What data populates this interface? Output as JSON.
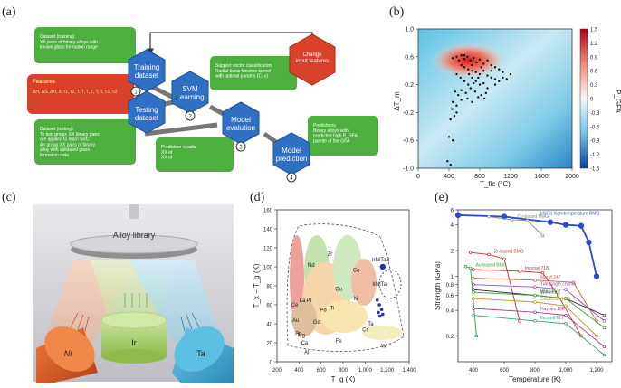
{
  "panel_labels": {
    "a": "(a)",
    "b": "(b)",
    "c": "(c)",
    "d": "(d)",
    "e": "(e)"
  },
  "panel_a": {
    "hex_training": "Training\ndataset",
    "hex_testing": "Testing\ndataset",
    "hex_svm": "SVM\nLearning",
    "hex_eval": "Model\nevalution",
    "hex_pred": "Model\nprediction",
    "hex_change": "Change\ninput features",
    "steps": [
      "1",
      "2",
      "3",
      "4"
    ],
    "features_title": "Features",
    "features_text": "ΔH, ΔS, ΔH, δ, r1, r2, T, T, T, T, T, T, c1, c2",
    "green_boxes": [
      "Dataset (training)\nXX pairs of binary alloys with\nknown glass formation range",
      "Dataset (testing)\nTo test group: XX binary pairs\nare applied to learn SVC\nAn group XX pairs of binary\nalloy with validated glass\nformation data",
      "Support vector classification\nRadial basis function kernel\nwith optimal params (C, γ)",
      "Prediction results\nXX of\nXX of",
      "Predictions\nBinary alloys with\npredicted high P_GFA\npalette of the GFA"
    ]
  },
  "chart_data": [
    {
      "type": "heatmap",
      "panel": "b",
      "xlabel": "T_fic (°C)",
      "ylabel": "ΔT_m",
      "colorbar_label": "P_GFA",
      "xlim": [
        0,
        2000
      ],
      "ylim": [
        -1.0,
        1.0
      ],
      "x_ticks": [
        "0",
        "400",
        "800",
        "1200",
        "1600",
        "2000"
      ],
      "y_ticks": [
        "1.0",
        "0.6",
        "0.2",
        "-0.2",
        "-0.6",
        "-1.0"
      ],
      "colorbar_ticks": [
        "1.5",
        "1.2",
        "0.9",
        "0.6",
        "0.3",
        "0",
        "-0.3",
        "-0.6",
        "-0.9",
        "-1.2",
        "-1.5"
      ],
      "colorbar_range": [
        -1.5,
        1.5
      ],
      "hot_spot": {
        "x": 650,
        "y": 0.55,
        "value": 1.5
      },
      "points": [
        [
          450,
          0.58
        ],
        [
          500,
          0.6
        ],
        [
          530,
          0.55
        ],
        [
          560,
          0.62
        ],
        [
          600,
          0.57
        ],
        [
          640,
          0.6
        ],
        [
          680,
          0.55
        ],
        [
          720,
          0.58
        ],
        [
          760,
          0.52
        ],
        [
          800,
          0.56
        ],
        [
          850,
          0.5
        ],
        [
          900,
          0.55
        ],
        [
          950,
          0.48
        ],
        [
          1000,
          0.45
        ],
        [
          1050,
          0.42
        ],
        [
          1100,
          0.38
        ],
        [
          600,
          0.45
        ],
        [
          650,
          0.42
        ],
        [
          700,
          0.4
        ],
        [
          750,
          0.38
        ],
        [
          800,
          0.35
        ],
        [
          850,
          0.4
        ],
        [
          900,
          0.33
        ],
        [
          950,
          0.3
        ],
        [
          1000,
          0.28
        ],
        [
          700,
          0.3
        ],
        [
          750,
          0.25
        ],
        [
          800,
          0.2
        ],
        [
          850,
          0.22
        ],
        [
          900,
          0.15
        ],
        [
          650,
          0.2
        ],
        [
          600,
          0.25
        ],
        [
          550,
          0.3
        ],
        [
          500,
          0.35
        ],
        [
          480,
          0.1
        ],
        [
          520,
          0.05
        ],
        [
          560,
          0.12
        ],
        [
          620,
          0.08
        ],
        [
          680,
          0.15
        ],
        [
          740,
          0.1
        ],
        [
          820,
          0.05
        ],
        [
          880,
          0.08
        ],
        [
          450,
          -0.05
        ],
        [
          500,
          -0.1
        ],
        [
          560,
          -0.02
        ],
        [
          640,
          0.0
        ],
        [
          700,
          -0.05
        ],
        [
          780,
          0.02
        ],
        [
          860,
          0.0
        ],
        [
          440,
          -0.15
        ],
        [
          500,
          -0.2
        ],
        [
          420,
          -0.3
        ],
        [
          470,
          -0.25
        ],
        [
          400,
          -0.55
        ],
        [
          450,
          -0.6
        ],
        [
          380,
          -0.9
        ],
        [
          420,
          -0.95
        ],
        [
          1000,
          0.2
        ],
        [
          1050,
          0.25
        ],
        [
          1100,
          0.3
        ],
        [
          1150,
          0.28
        ],
        [
          1200,
          0.35
        ],
        [
          950,
          0.4
        ],
        [
          600,
          0.62
        ],
        [
          560,
          0.48
        ],
        [
          700,
          0.48
        ],
        [
          820,
          0.45
        ],
        [
          660,
          0.35
        ],
        [
          720,
          0.22
        ],
        [
          780,
          0.3
        ]
      ]
    },
    {
      "type": "scatter",
      "panel": "d",
      "xlabel": "T_g (K)",
      "ylabel": "T_x − T_g (K)",
      "xlim": [
        200,
        1400
      ],
      "ylim": [
        0,
        160
      ],
      "x_ticks": [
        "200",
        "400",
        "600",
        "800",
        "1,000",
        "1,200",
        "1,400"
      ],
      "y_ticks": [
        "0",
        "20",
        "40",
        "60",
        "80",
        "100",
        "120",
        "140",
        "160"
      ],
      "series": [
        {
          "name": "IrNiTaB",
          "points": [
            [
              1160,
              100
            ]
          ]
        },
        {
          "name": "IrNiTa",
          "points": [
            [
              1110,
              65
            ],
            [
              1130,
              60
            ],
            [
              1150,
              55
            ],
            [
              1135,
              48
            ],
            [
              1120,
              52
            ],
            [
              1160,
              50
            ]
          ]
        }
      ],
      "element_labels": [
        {
          "text": "Nd",
          "x": 510,
          "y": 100
        },
        {
          "text": "Zr",
          "x": 680,
          "y": 112
        },
        {
          "text": "La",
          "x": 430,
          "y": 63
        },
        {
          "text": "Pt",
          "x": 490,
          "y": 63
        },
        {
          "text": "Pd",
          "x": 620,
          "y": 53
        },
        {
          "text": "Ti",
          "x": 700,
          "y": 55
        },
        {
          "text": "Cu",
          "x": 760,
          "y": 75
        },
        {
          "text": "Co",
          "x": 920,
          "y": 95
        },
        {
          "text": "Ni",
          "x": 920,
          "y": 65
        },
        {
          "text": "Ce",
          "x": 360,
          "y": 58
        },
        {
          "text": "Au",
          "x": 370,
          "y": 42
        },
        {
          "text": "Gd",
          "x": 560,
          "y": 40
        },
        {
          "text": "Pr",
          "x": 390,
          "y": 28
        },
        {
          "text": "Mg",
          "x": 420,
          "y": 26
        },
        {
          "text": "Ca",
          "x": 450,
          "y": 18
        },
        {
          "text": "Al",
          "x": 470,
          "y": 8
        },
        {
          "text": "Fe",
          "x": 760,
          "y": 20
        },
        {
          "text": "Cr",
          "x": 1000,
          "y": 32
        },
        {
          "text": "Ta",
          "x": 1050,
          "y": 38
        },
        {
          "text": "W",
          "x": 1170,
          "y": 15
        }
      ]
    },
    {
      "type": "line",
      "panel": "e",
      "xlabel": "Temperature (K)",
      "ylabel": "Strength (GPa)",
      "y_scale": "log",
      "xlim": [
        300,
        1300
      ],
      "ylim": [
        0.1,
        6
      ],
      "x_ticks": [
        "400",
        "600",
        "800",
        "1,000",
        "1,200"
      ],
      "y_ticks": [
        "6",
        "4",
        "2",
        "1",
        "0.8",
        "0.6",
        "0.4",
        "0.2"
      ],
      "series": [
        {
          "name": "IrNiTa high-temperature BMG",
          "color": "#2a4bd0",
          "points": [
            [
              300,
              5.2
            ],
            [
              600,
              5.0
            ],
            [
              900,
              4.3
            ],
            [
              1000,
              4.0
            ],
            [
              1100,
              3.9
            ],
            [
              1150,
              2.5
            ],
            [
              1200,
              1.0
            ]
          ]
        },
        {
          "name": "Co-based BMG",
          "color": "#8a8a8a",
          "points": [
            [
              500,
              5.0
            ],
            [
              650,
              4.6
            ],
            [
              750,
              4.5
            ],
            [
              850,
              3.0
            ]
          ]
        },
        {
          "name": "Zr-based BMG",
          "color": "#b83020",
          "points": [
            [
              380,
              1.9
            ],
            [
              500,
              1.8
            ],
            [
              600,
              1.6
            ],
            [
              700,
              0.3
            ]
          ]
        },
        {
          "name": "Au-based BMG",
          "color": "#30a030",
          "points": [
            [
              350,
              1.3
            ],
            [
              380,
              1.25
            ],
            [
              420,
              0.2
            ]
          ]
        },
        {
          "name": "Inconel 718",
          "color": "#c03030",
          "points": [
            [
              400,
              1.2
            ],
            [
              700,
              1.15
            ],
            [
              850,
              1.1
            ],
            [
              950,
              0.6
            ],
            [
              1100,
              0.2
            ]
          ]
        },
        {
          "name": "MarM 247",
          "color": "#d06040",
          "points": [
            [
              400,
              0.95
            ],
            [
              800,
              0.9
            ],
            [
              1050,
              0.85
            ],
            [
              1200,
              0.3
            ]
          ]
        },
        {
          "name": "TiAl single crystal",
          "color": "#9050c0",
          "points": [
            [
              400,
              0.8
            ],
            [
              800,
              0.75
            ],
            [
              1000,
              0.7
            ],
            [
              1250,
              0.3
            ]
          ]
        },
        {
          "name": "W-Ni-Fe",
          "color": "#303030",
          "points": [
            [
              400,
              0.7
            ],
            [
              800,
              0.6
            ],
            [
              1000,
              0.55
            ],
            [
              1250,
              0.35
            ]
          ]
        },
        {
          "name": "MarM 302",
          "color": "#40a040",
          "points": [
            [
              400,
              0.65
            ],
            [
              800,
              0.6
            ],
            [
              1000,
              0.55
            ],
            [
              1250,
              0.25
            ]
          ]
        },
        {
          "name": "CoCrCuFeNiAl",
          "color": "#c09030",
          "points": [
            [
              400,
              0.55
            ],
            [
              800,
              0.5
            ],
            [
              1000,
              0.45
            ],
            [
              1200,
              0.2
            ]
          ]
        },
        {
          "name": "Haynes 188",
          "color": "#b0308a",
          "points": [
            [
              400,
              0.42
            ],
            [
              800,
              0.38
            ],
            [
              1000,
              0.35
            ],
            [
              1250,
              0.15
            ]
          ]
        },
        {
          "name": "Inconel 617",
          "color": "#30a080",
          "points": [
            [
              400,
              0.35
            ],
            [
              800,
              0.3
            ],
            [
              1000,
              0.28
            ],
            [
              1250,
              0.12
            ]
          ]
        }
      ]
    }
  ],
  "panel_c": {
    "library_label": "Alloy library",
    "sources": [
      "Ni",
      "Ir",
      "Ta"
    ]
  },
  "colors": {
    "hex_blue": "#2f6fc4",
    "hex_red": "#d8422a",
    "box_green": "#4caf3e",
    "ni_orange": "#e56a2a",
    "ir_green": "#a9cf6b",
    "ta_blue": "#4ab0d8"
  }
}
